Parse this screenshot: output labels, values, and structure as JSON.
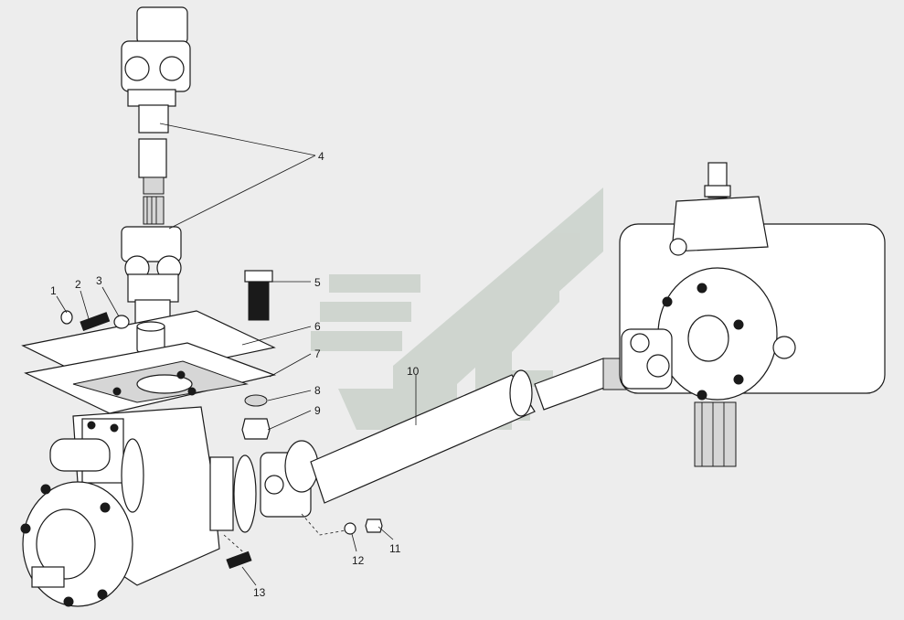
{
  "callouts": [
    "1",
    "2",
    "3",
    "4",
    "5",
    "6",
    "7",
    "8",
    "9",
    "10",
    "11",
    "12",
    "13"
  ],
  "colors": {
    "background": "#ededed",
    "line": "#1a1a1a",
    "watermark": "#c9d1c9"
  },
  "icons": {
    "watermark": "railway-logo-watermark"
  }
}
